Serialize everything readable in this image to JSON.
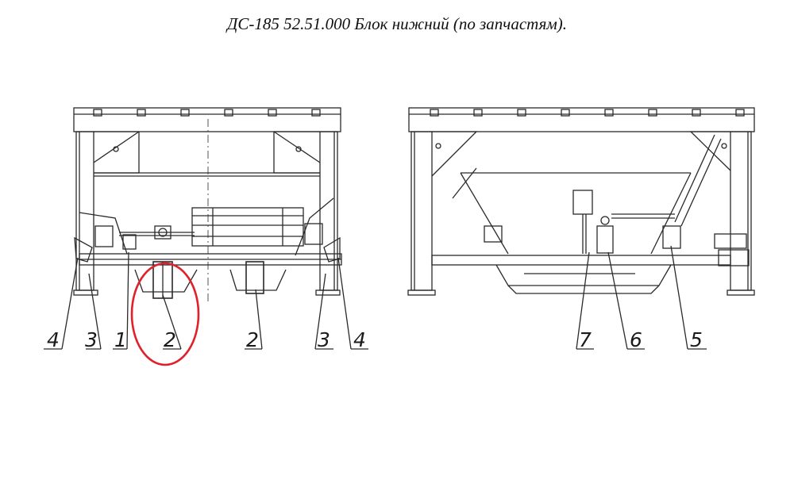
{
  "title": "ДС-185 52.51.000  Блок нижний (по запчастям).",
  "left_view": {
    "labels": [
      "4",
      "3",
      "1",
      "2",
      "2",
      "3",
      "4"
    ],
    "highlight_label": "2"
  },
  "right_view": {
    "labels": [
      "7",
      "6",
      "5"
    ]
  },
  "colors": {
    "line": "#2a2a2a",
    "highlight": "#e0202a"
  }
}
